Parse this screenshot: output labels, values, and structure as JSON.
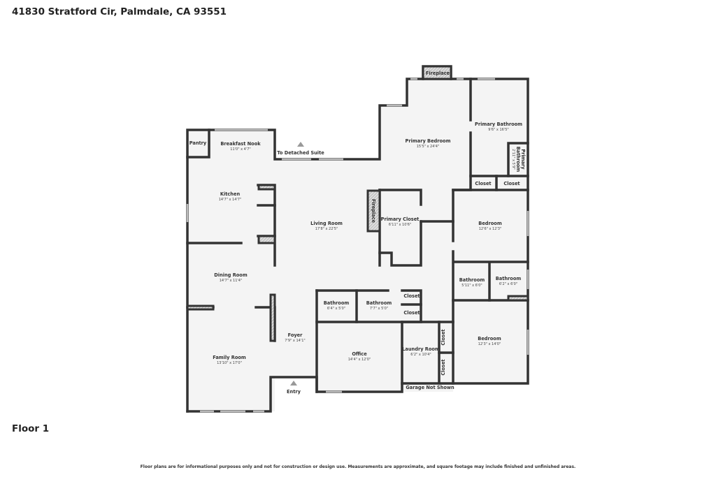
{
  "header": {
    "address": "41830 Stratford Cir, Palmdale, CA 93551"
  },
  "floor_label": "Floor 1",
  "disclaimer": "Floor plans are for informational purposes only and not for construction or design use. Measurements are approximate, and square footage may include finished and unfinished areas.",
  "rooms": {
    "pantry": {
      "name": "Pantry"
    },
    "breakfast_nook": {
      "name": "Breakfast Nook",
      "dims": "11'0\" x 4'7\""
    },
    "kitchen": {
      "name": "Kitchen",
      "dims": "14'7\" x 14'7\""
    },
    "living_room": {
      "name": "Living Room",
      "dims": "17'8\" x 22'5\""
    },
    "dining_room": {
      "name": "Dining Room",
      "dims": "14'7\" x 11'4\""
    },
    "family_room": {
      "name": "Family Room",
      "dims": "13'10\" x 17'0\""
    },
    "foyer": {
      "name": "Foyer",
      "dims": "7'9\" x 14'1\""
    },
    "office": {
      "name": "Office",
      "dims": "14'4\" x 12'0\""
    },
    "bathroom_a": {
      "name": "Bathroom",
      "dims": "6'4\" x 5'0\""
    },
    "bathroom_b": {
      "name": "Bathroom",
      "dims": "7'7\" x 5'0\""
    },
    "closet_a": {
      "name": "Closet"
    },
    "closet_b": {
      "name": "Closet"
    },
    "laundry_room": {
      "name": "Laundry Room",
      "dims": "6'2\" x 10'4\""
    },
    "closet_c": {
      "name": "Closet"
    },
    "closet_d": {
      "name": "Closet"
    },
    "bedroom_a": {
      "name": "Bedroom",
      "dims": "12'3\" x 14'0\""
    },
    "bathroom_c": {
      "name": "Bathroom",
      "dims": "5'11\" x 6'0\""
    },
    "bathroom_d": {
      "name": "Bathroom",
      "dims": "6'2\" x 6'0\""
    },
    "bedroom_b": {
      "name": "Bedroom",
      "dims": "12'6\" x 12'3\""
    },
    "closet_e": {
      "name": "Closet"
    },
    "closet_f": {
      "name": "Closet"
    },
    "primary_closet": {
      "name": "Primary Closet",
      "dims": "6'11\" x 10'6\""
    },
    "primary_bedroom": {
      "name": "Primary Bedroom",
      "dims": "15'5\" x 24'4\""
    },
    "primary_bathroom": {
      "name": "Primary Bathroom",
      "dims": "9'6\" x 16'5\""
    },
    "primary_bathroom_small": {
      "name1": "Primary",
      "name2": "Bathroom",
      "dims": "2'11\" x 5'9\""
    },
    "fireplace_living": {
      "name": "Fireplace"
    },
    "fireplace_primary": {
      "name": "Fireplace"
    }
  },
  "annotations": {
    "to_detached_suite": "To Detached Suite",
    "entry": "Entry",
    "garage_not_shown": "Garage Not Shown"
  },
  "colors": {
    "floor": "#f4f4f4",
    "wall": "#333333",
    "window": "#bbbbbb"
  }
}
